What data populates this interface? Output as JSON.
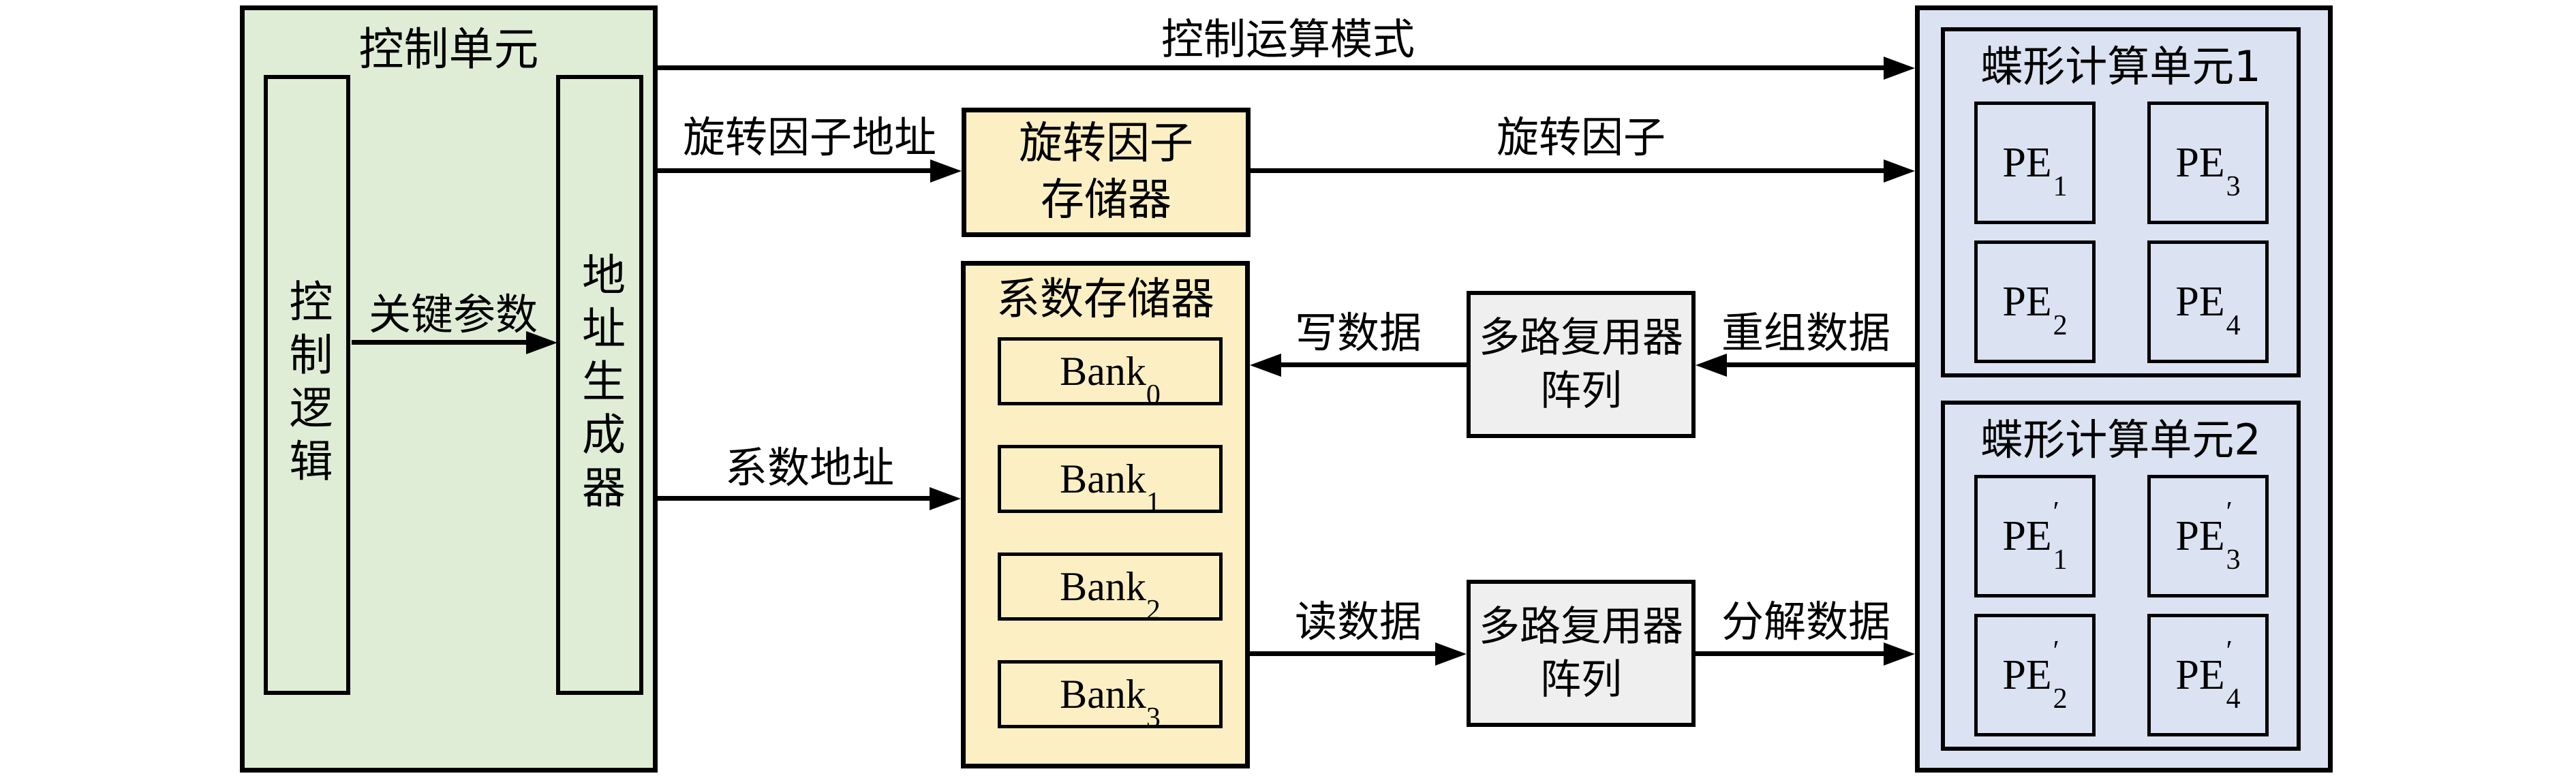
{
  "colors": {
    "green": "#e0edd6",
    "yellow": "#fcefc3",
    "blue": "#dbe2f1",
    "gray": "#efefef",
    "line": "#000000"
  },
  "control_unit": {
    "title": "控制单元",
    "logic": "控制逻辑",
    "addr_gen": "地址生成器",
    "key_params": "关键参数"
  },
  "twiddle_rom": {
    "line1": "旋转因子",
    "line2": "存储器"
  },
  "coeff_mem": {
    "title": "系数存储器",
    "banks": [
      {
        "base": "Bank",
        "sub": "0"
      },
      {
        "base": "Bank",
        "sub": "1"
      },
      {
        "base": "Bank",
        "sub": "2"
      },
      {
        "base": "Bank",
        "sub": "3"
      }
    ]
  },
  "mux1": {
    "line1": "多路复用器",
    "line2": "阵列"
  },
  "mux2": {
    "line1": "多路复用器",
    "line2": "阵列"
  },
  "bfu1": {
    "title": "蝶形计算单元1",
    "pes": [
      {
        "base": "PE",
        "prime": "",
        "sub": "1"
      },
      {
        "base": "PE",
        "prime": "",
        "sub": "3"
      },
      {
        "base": "PE",
        "prime": "",
        "sub": "2"
      },
      {
        "base": "PE",
        "prime": "",
        "sub": "4"
      }
    ]
  },
  "bfu2": {
    "title": "蝶形计算单元2",
    "pes": [
      {
        "base": "PE",
        "prime": "′",
        "sub": "1"
      },
      {
        "base": "PE",
        "prime": "′",
        "sub": "3"
      },
      {
        "base": "PE",
        "prime": "′",
        "sub": "2"
      },
      {
        "base": "PE",
        "prime": "′",
        "sub": "4"
      }
    ]
  },
  "labels": {
    "ctrl_mode": "控制运算模式",
    "twiddle_addr": "旋转因子地址",
    "twiddle": "旋转因子",
    "coeff_addr": "系数地址",
    "write": "写数据",
    "read": "读数据",
    "regroup": "重组数据",
    "decompose": "分解数据"
  }
}
